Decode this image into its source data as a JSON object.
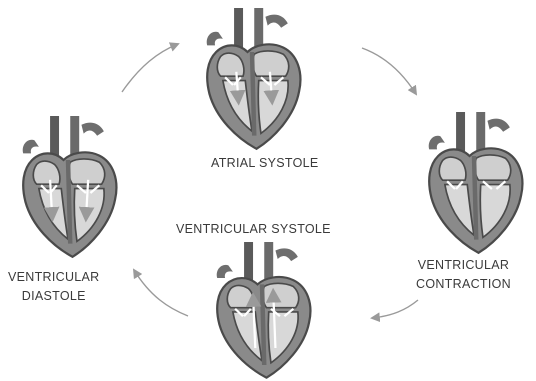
{
  "diagram": {
    "stages": [
      {
        "id": "atrial-systole",
        "lines": [
          "ATRIAL SYSTOLE"
        ]
      },
      {
        "id": "ventricular-contraction",
        "lines": [
          "VENTRICULAR",
          "CONTRACTION"
        ]
      },
      {
        "id": "ventricular-systole",
        "lines": [
          "VENTRICULAR SYSTOLE"
        ]
      },
      {
        "id": "ventricular-diastole",
        "lines": [
          "VENTRICULAR",
          "DIASTOLE"
        ]
      }
    ],
    "colors": {
      "heart_dark": "#4a4a4a",
      "heart_mid": "#8a8a8a",
      "heart_light": "#c9c9c9",
      "arrow": "#9a9a9a"
    }
  }
}
